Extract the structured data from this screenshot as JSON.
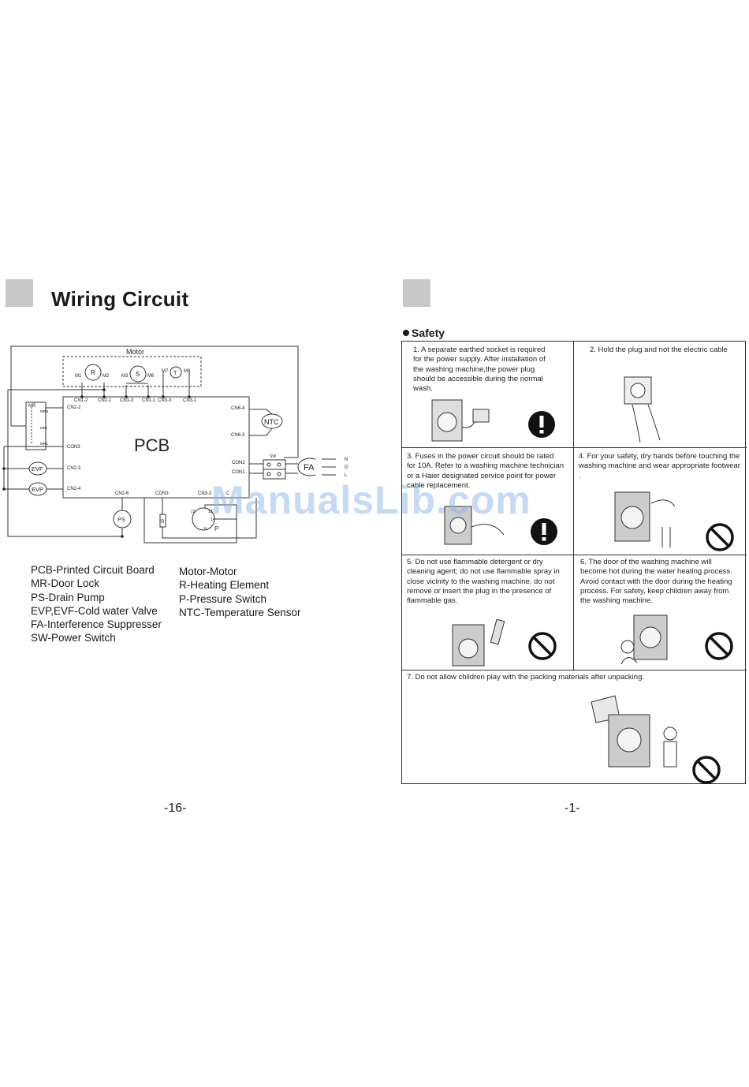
{
  "left_page": {
    "title": "Wiring Circuit",
    "page_number": "-16-",
    "diagram": {
      "motor_label": "Motor",
      "pcb_label": "PCB",
      "motor_terminals": [
        "M1",
        "M2",
        "M3",
        "M6",
        "M7",
        "M8"
      ],
      "motor_components": [
        "R",
        "S",
        "T"
      ],
      "top_connectors": [
        "CN1-2",
        "CN2-1",
        "CN1-3",
        "CN1-1",
        "CN3-3",
        "CN3-1"
      ],
      "left_connectors": [
        "CN2-2",
        "CON3",
        "CN2-3",
        "CN2-4"
      ],
      "right_connectors": [
        "CN6-4",
        "CN6-3",
        "CON2",
        "CON1"
      ],
      "bottom_connectors": [
        "CN2-6",
        "CON3",
        "CN3-3",
        "C"
      ],
      "door_lock": {
        "label": "MR",
        "terminals": [
          "MRN",
          "MRL",
          "MRC"
        ]
      },
      "valves": [
        "EVF",
        "EVP"
      ],
      "pump": "PS",
      "heater": "R",
      "ntc": "NTC",
      "switch_label": "SW",
      "suppressor": "FA",
      "mains": [
        "N",
        "G",
        "L"
      ],
      "pressure_switch": {
        "label": "P",
        "terminals": [
          "12",
          "13",
          "14",
          "11"
        ]
      }
    },
    "legend_left": [
      "PCB-Printed Circuit Board",
      "MR-Door Lock",
      "PS-Drain Pump",
      "EVP,EVF-Cold water Valve",
      "FA-Interference Suppresser",
      "SW-Power Switch"
    ],
    "legend_right": [
      "Motor-Motor",
      "R-Heating Element",
      "P-Pressure Switch",
      "NTC-Temperature Sensor"
    ]
  },
  "right_page": {
    "section_title": "Safety",
    "page_number": "-1-",
    "items": [
      {
        "text": "1. A separate earthed socket is required for the power supply. After installation of the washing machine,the power plug should be accessible during the normal wash.",
        "sign": "warning-icon"
      },
      {
        "text": "2. Hold the plug and not the electric cable",
        "sign": ""
      },
      {
        "text": "3. Fuses in the power circuit should be rated for 10A. Refer to a washing machine technician or a Haier designated service point for power cable replacement.",
        "sign": "warning-icon"
      },
      {
        "text": "4. For your safety, dry hands before touching the washing machine and wear appropriate footwear .",
        "sign": "prohibited-icon"
      },
      {
        "text": "5. Do not use flammable detergent or dry cleaning agent; do not use flammable spray in close vicinity to the washing machine; do not remove or insert the plug in the presence of flammable gas.",
        "sign": "prohibited-icon"
      },
      {
        "text": "6. The door of the washing machine will become hot during the water heating process. Avoid contact with the door during the heating process. For safety, keep children away from the washing machine.",
        "sign": "prohibited-icon"
      },
      {
        "text": "7. Do not allow children play with the packing materials after unpacking.",
        "sign": "prohibited-icon"
      }
    ]
  },
  "watermark": "ManualsLib.com"
}
